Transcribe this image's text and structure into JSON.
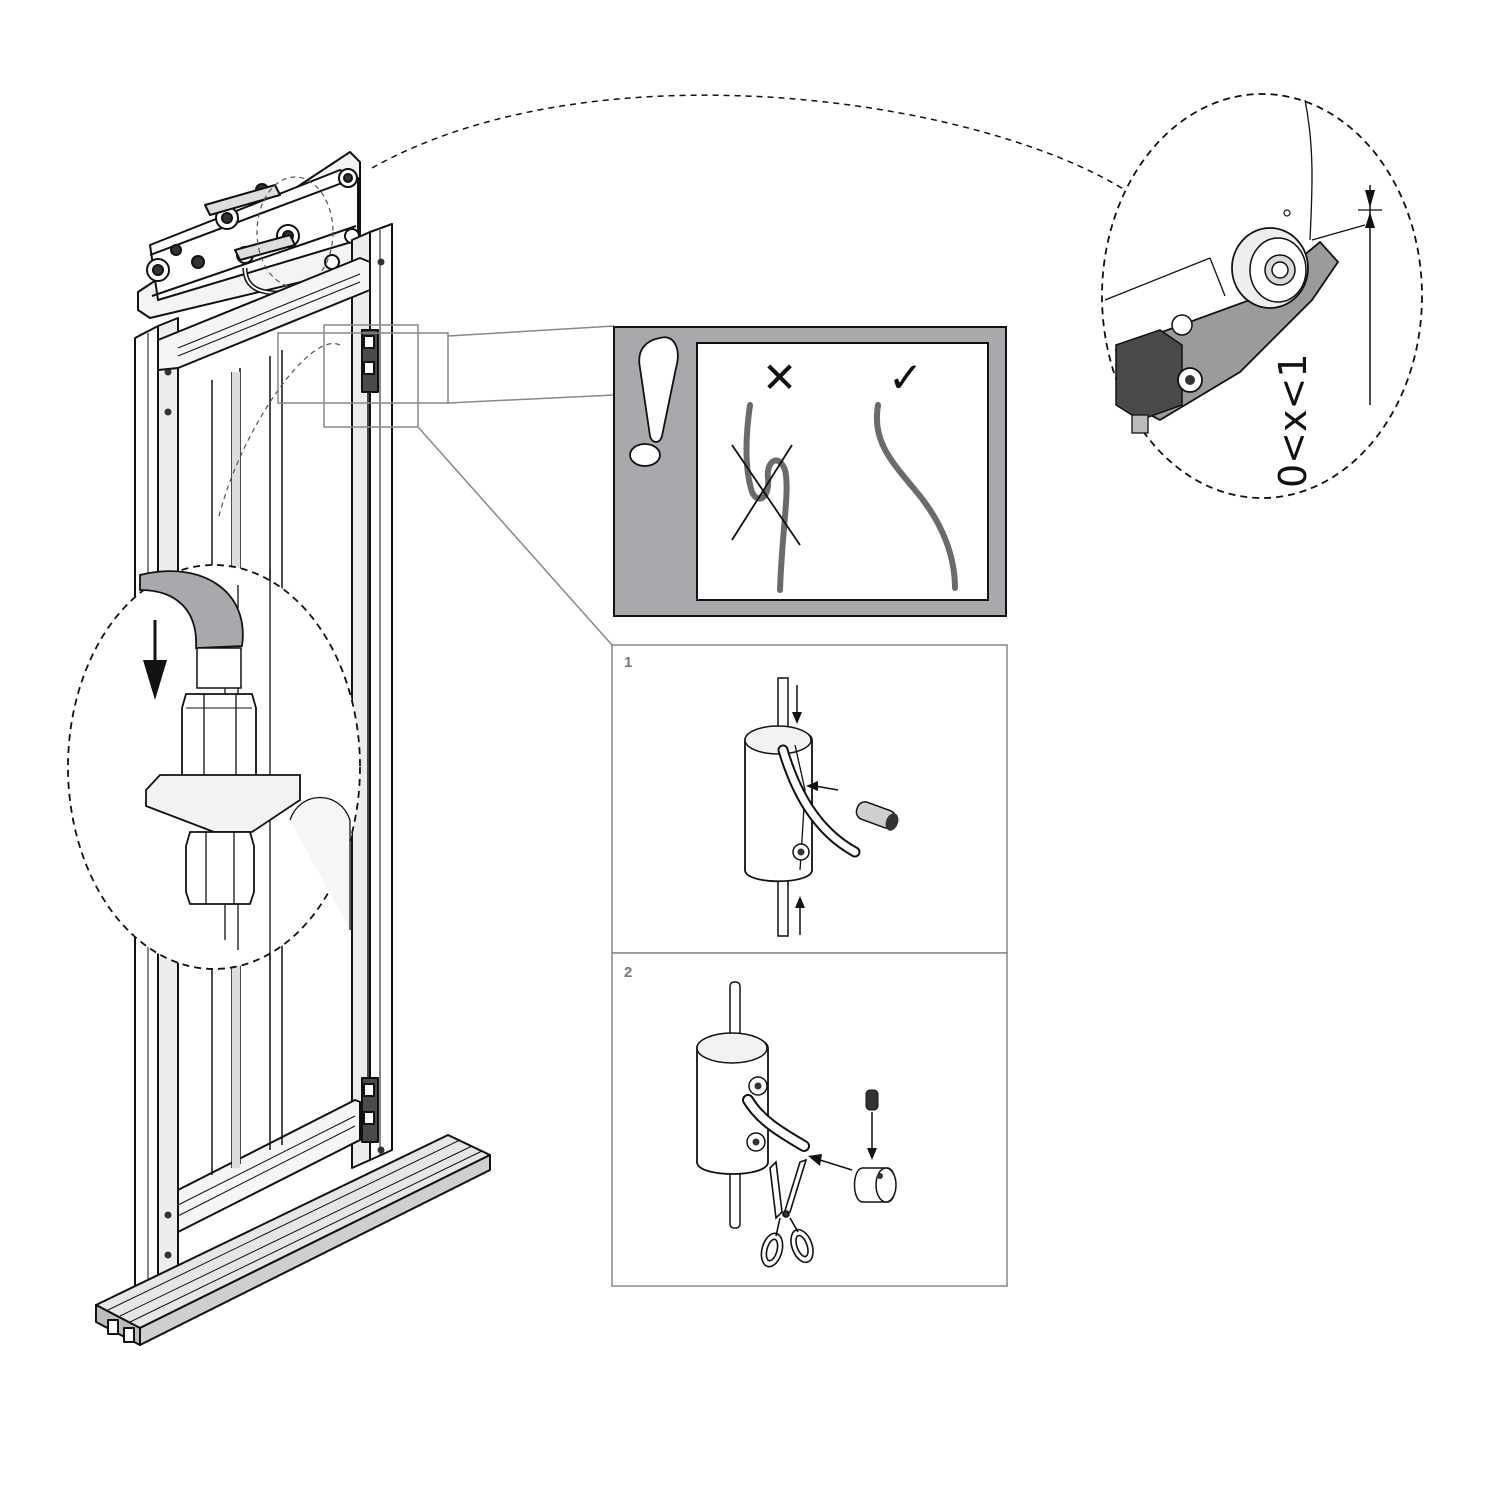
{
  "detail_zoom": {
    "dimension_label": "0<x<1"
  },
  "warning_panel": {
    "wrong_mark": "✕",
    "correct_mark": "✓"
  },
  "steps": [
    {
      "number": "1"
    },
    {
      "number": "2"
    }
  ],
  "colors": {
    "line": "#111111",
    "panel_gray": "#a7a9ac",
    "frame_gray": "#888888",
    "fill_light": "#f2f2f2",
    "fill_mid": "#d9d9d9",
    "fill_dark": "#4a4a4a"
  }
}
